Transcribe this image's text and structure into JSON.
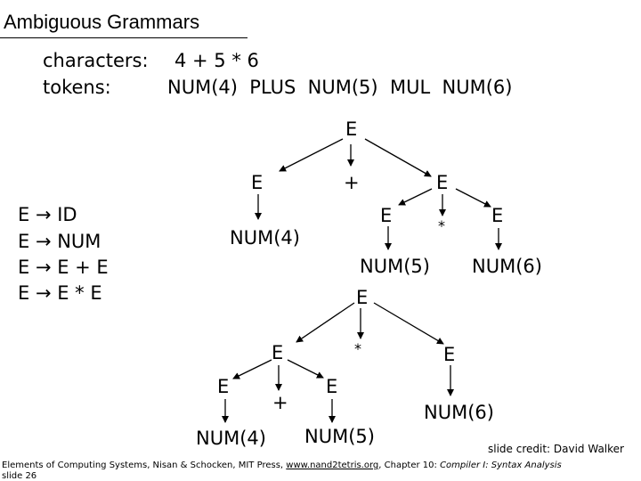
{
  "title": "Ambiguous Grammars",
  "characters_label": "characters:",
  "characters_value": "4 + 5 * 6",
  "tokens_label": "tokens:",
  "tokens_value": "NUM(4)  PLUS  NUM(5)  MUL  NUM(6)",
  "rules": [
    "E → ID",
    "E → NUM",
    "E → E + E",
    "E → E * E"
  ],
  "tree1": {
    "root": "E",
    "left": "E",
    "plus": "+",
    "right": "E",
    "num4": "NUM(4)",
    "inner_left": "E",
    "mul": "*",
    "inner_right": "E",
    "num5": "NUM(5)",
    "num6": "NUM(6)"
  },
  "tree2": {
    "root": "E",
    "left": "E",
    "mul": "*",
    "right": "E",
    "inner_left": "E",
    "plus": "+",
    "inner_right": "E",
    "num4": "NUM(4)",
    "num5": "NUM(5)",
    "num6": "NUM(6)"
  },
  "credit": "slide credit: David Walker",
  "footer": {
    "line1_a": "Elements of Computing Systems, Nisan & Schocken, MIT Press,",
    "link": "www.nand2tetris.org",
    "line1_b": ", Chapter 10:",
    "chapter": "Compiler I: Syntax Analysis",
    "slide": "slide 26"
  }
}
